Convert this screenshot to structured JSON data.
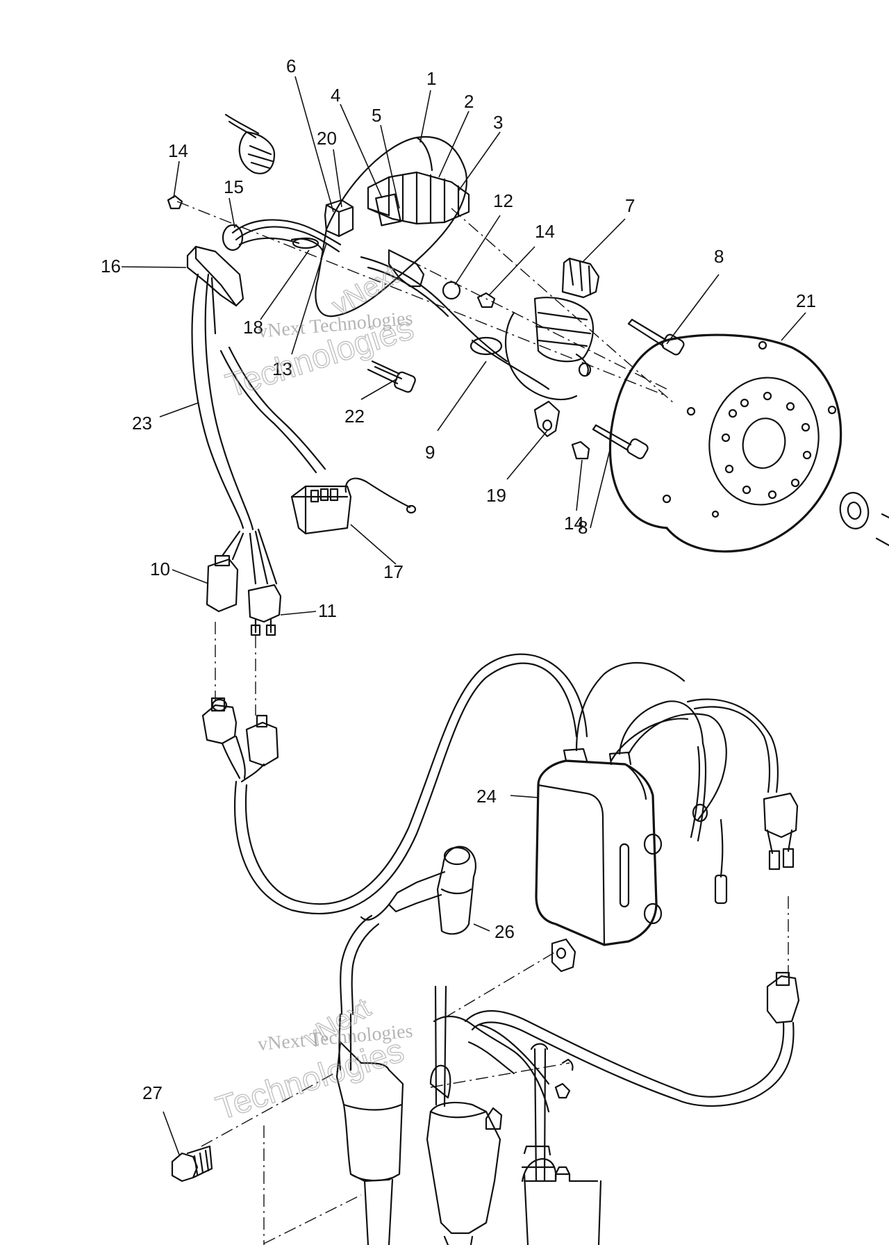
{
  "labels": [
    "1",
    "2",
    "3",
    "4",
    "5",
    "6",
    "7",
    "8",
    "8",
    "9",
    "10",
    "11",
    "12",
    "13",
    "14",
    "14",
    "14",
    "15",
    "16",
    "17",
    "18",
    "19",
    "20",
    "21",
    "22",
    "23",
    "24",
    "26",
    "27"
  ],
  "watermark": {
    "line1": "vNext Technologies",
    "line2": "vNext",
    "line3": "Technologies"
  }
}
